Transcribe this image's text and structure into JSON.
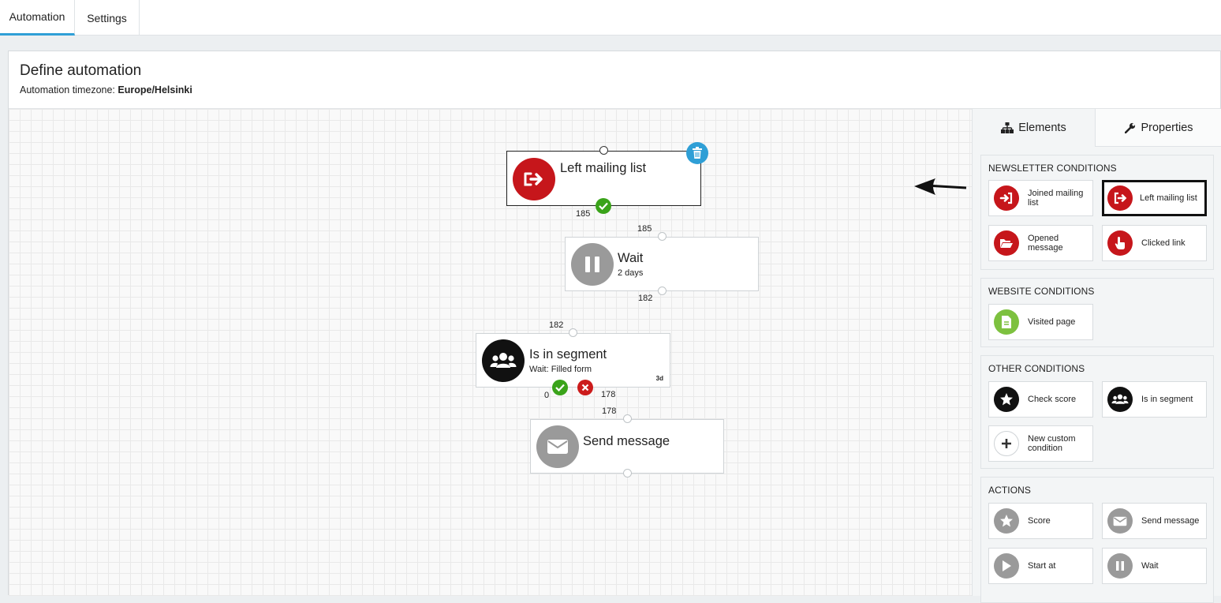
{
  "top_tabs": [
    {
      "label": "Automation",
      "active": true
    },
    {
      "label": "Settings",
      "active": false
    }
  ],
  "header": {
    "title": "Define automation",
    "timezone_label": "Automation timezone:",
    "timezone_value": "Europe/Helsinki"
  },
  "nodes": {
    "left_mailing_list": {
      "title": "Left mailing list",
      "icon": "sign-out-icon",
      "color": "#c6161b"
    },
    "wait": {
      "title": "Wait",
      "subtitle": "2 days",
      "icon": "pause-icon",
      "color": "#9a9a9a"
    },
    "segment": {
      "title": "Is in segment",
      "subtitle": "Wait: Filled form",
      "badge": "3d",
      "icon": "users-icon",
      "color": "#111111"
    },
    "send_message": {
      "title": "Send message",
      "icon": "envelope-icon",
      "color": "#9a9a9a"
    }
  },
  "counts": {
    "c1": "185",
    "c2": "185",
    "c3": "182",
    "c4": "182",
    "c5": "0",
    "c6": "178",
    "c7": "178"
  },
  "sidebar": {
    "tabs": [
      {
        "label": "Elements",
        "icon": "sitemap-icon",
        "active": true
      },
      {
        "label": "Properties",
        "icon": "wrench-icon",
        "active": false
      }
    ],
    "groups": [
      {
        "title": "NEWSLETTER CONDITIONS",
        "items": [
          {
            "label": "Joined mailing list",
            "icon": "sign-in-icon"
          },
          {
            "label": "Left mailing list",
            "icon": "sign-out-icon"
          },
          {
            "label": "Opened message",
            "icon": "folder-open-icon"
          },
          {
            "label": "Clicked link",
            "icon": "hand-pointer-icon"
          }
        ]
      },
      {
        "title": "WEBSITE CONDITIONS",
        "items": [
          {
            "label": "Visited page",
            "icon": "file-icon"
          }
        ]
      },
      {
        "title": "OTHER CONDITIONS",
        "items": [
          {
            "label": "Check score",
            "icon": "star-icon"
          },
          {
            "label": "Is in segment",
            "icon": "users-icon"
          },
          {
            "label": "New custom condition",
            "icon": "plus-icon"
          }
        ]
      },
      {
        "title": "ACTIONS",
        "items": [
          {
            "label": "Score",
            "icon": "star-icon"
          },
          {
            "label": "Send message",
            "icon": "envelope-icon"
          },
          {
            "label": "Start at",
            "icon": "play-icon"
          },
          {
            "label": "Wait",
            "icon": "pause-icon"
          }
        ]
      }
    ]
  }
}
